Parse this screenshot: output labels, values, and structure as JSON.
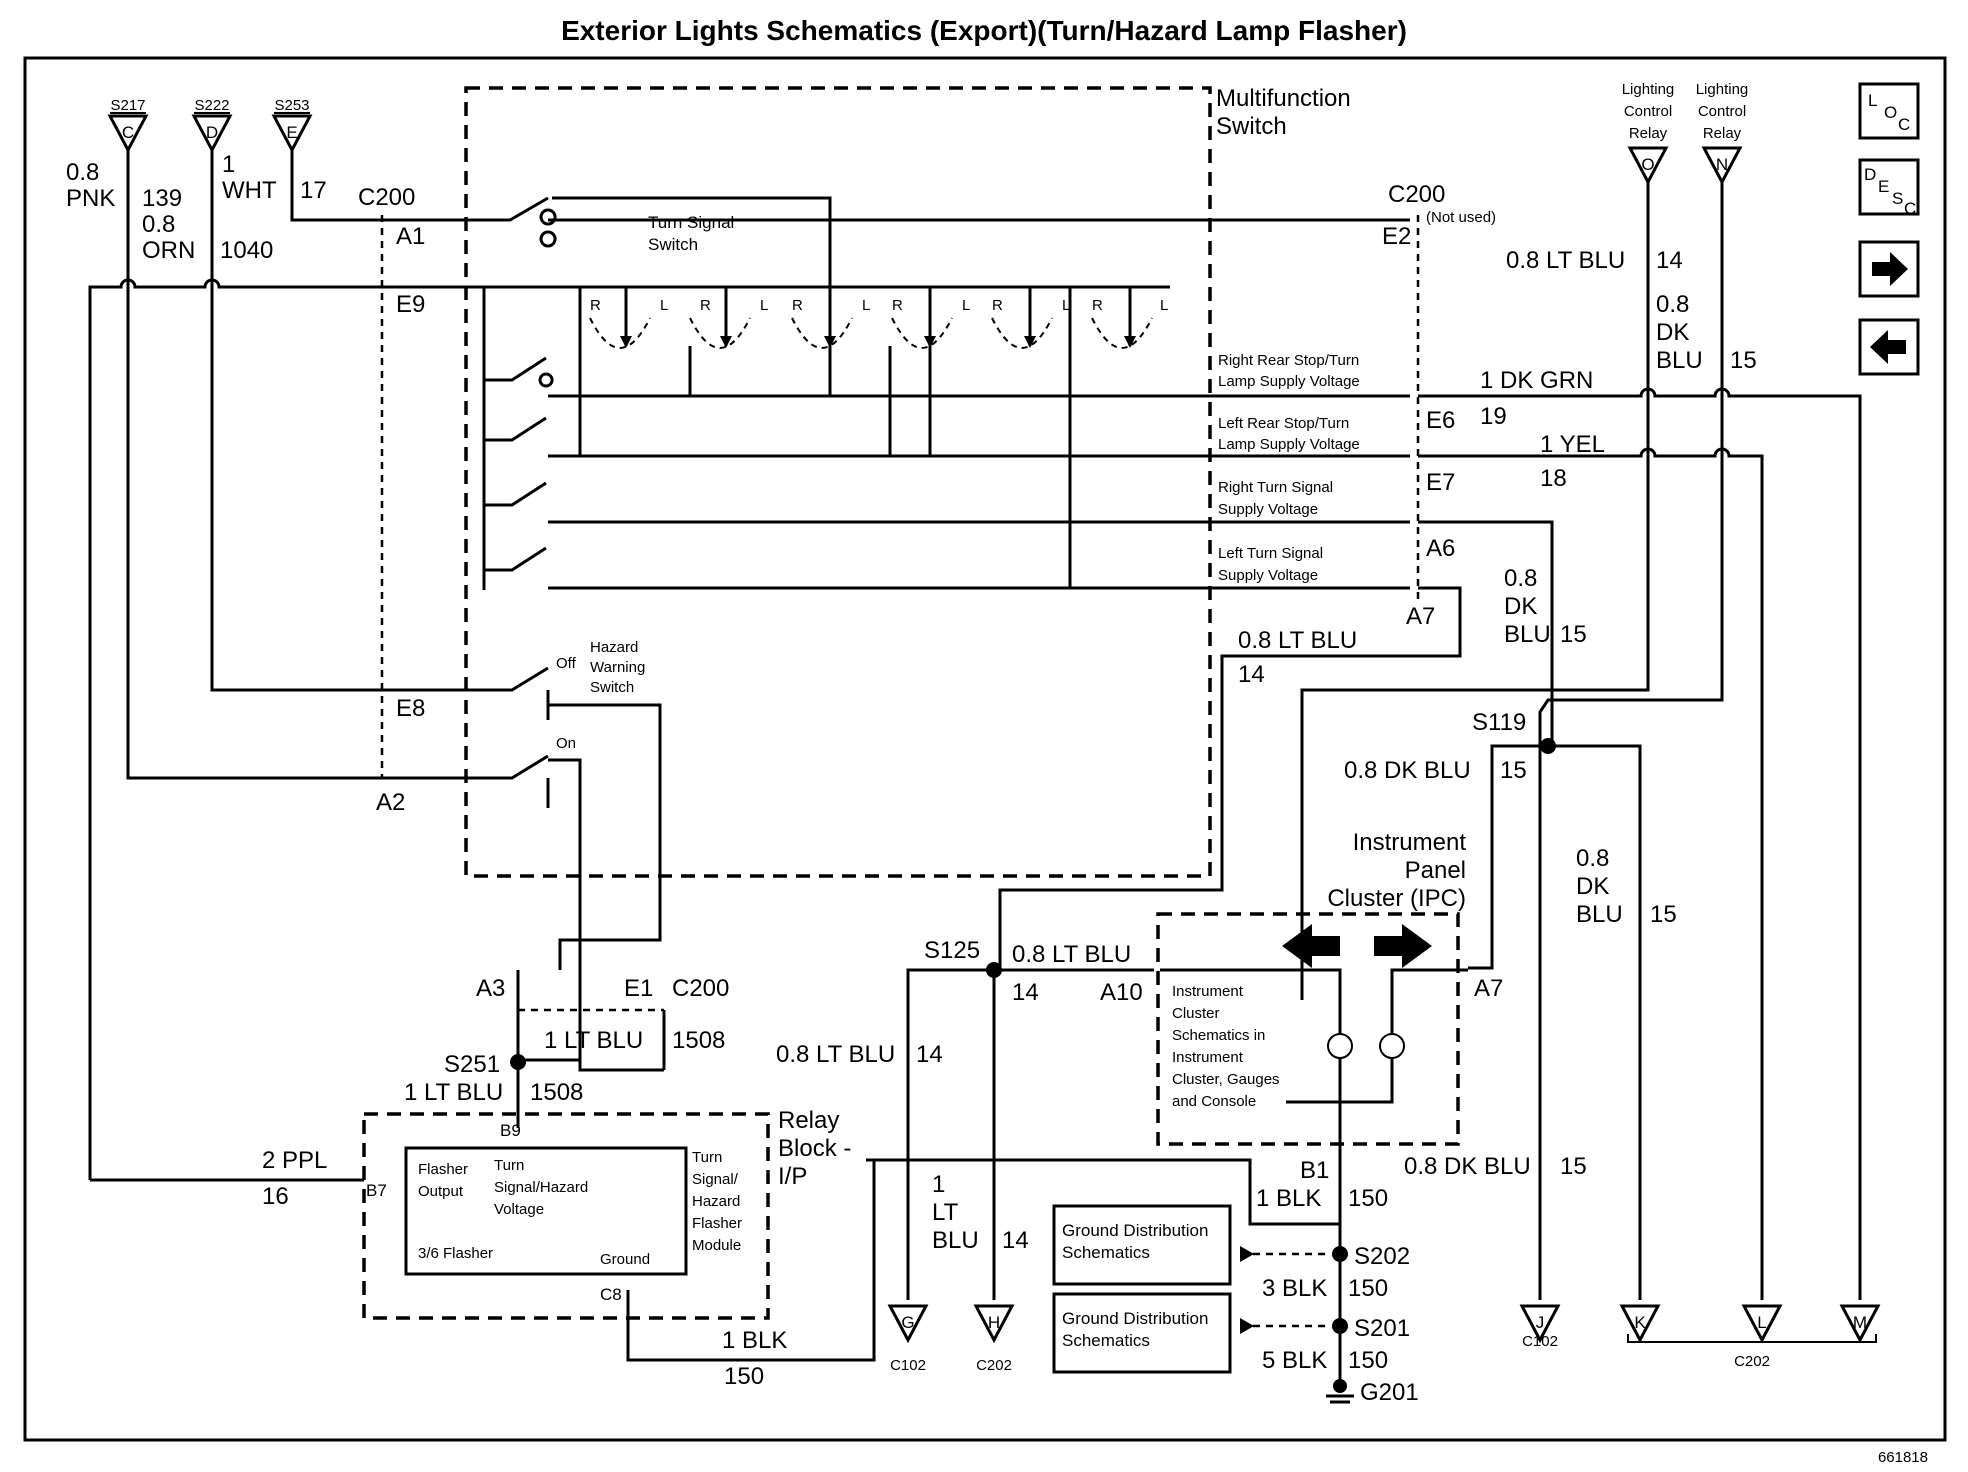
{
  "title": "Exterior Lights Schematics (Export)(Turn/Hazard Lamp Flasher)",
  "diagram_id": "661818",
  "nav": {
    "loc": [
      "L",
      "O",
      "C"
    ],
    "desc": [
      "D",
      "E",
      "S",
      "C"
    ],
    "next_icon": "arrow-right-icon",
    "prev_icon": "arrow-left-icon"
  },
  "sources": [
    {
      "splice": "S217",
      "pin": "C"
    },
    {
      "splice": "S222",
      "pin": "D"
    },
    {
      "splice": "S253",
      "pin": "E"
    }
  ],
  "lighting_relays": [
    {
      "label": [
        "Lighting",
        "Control",
        "Relay"
      ],
      "pin": "O"
    },
    {
      "label": [
        "Lighting",
        "Control",
        "Relay"
      ],
      "pin": "N"
    }
  ],
  "wires": {
    "w139": [
      "0.8",
      "PNK",
      "139"
    ],
    "w1040": [
      "0.8",
      "ORN",
      "1040"
    ],
    "w17": [
      "1",
      "WHT",
      "17"
    ],
    "ltblu14_top": [
      "0.8 LT BLU",
      "14"
    ],
    "dkblu15_top": [
      "0.8",
      "DK",
      "BLU",
      "15"
    ],
    "dkgrn": [
      "1 DK GRN",
      "19"
    ],
    "yel": [
      "1 YEL",
      "18"
    ],
    "dkblu15_a7": [
      "0.8",
      "DK",
      "BLU",
      "15"
    ],
    "ltblu14_mid": [
      "0.8 LT BLU",
      "14"
    ],
    "dkblu15_s119": [
      "0.8 DK BLU",
      "15"
    ],
    "dkblu15_right": [
      "0.8",
      "DK",
      "BLU",
      "15"
    ],
    "ltblu14_s125": [
      "0.8 LT BLU",
      "14"
    ],
    "ltblu14_left": [
      "0.8 LT BLU",
      "14"
    ],
    "ltblu14_down": [
      "1",
      "LT",
      "BLU",
      "14"
    ],
    "ltblu1508_a": [
      "1 LT BLU",
      "1508"
    ],
    "ltblu1508_b": [
      "1 LT BLU",
      "1508"
    ],
    "ppl": [
      "2 PPL",
      "16"
    ],
    "blk150": [
      "1 BLK",
      "150"
    ],
    "blk150_b1": [
      "1 BLK",
      "150"
    ],
    "dkblu15_b1": [
      "0.8 DK BLU",
      "15"
    ],
    "blk150_3": [
      "3 BLK",
      "150"
    ],
    "blk150_5": [
      "5 BLK",
      "150"
    ]
  },
  "connectors": {
    "c200_left": "C200",
    "c200_right": "C200",
    "not_used": "(Not used)",
    "c200_bottom": "C200",
    "pins": {
      "A1": "A1",
      "E9": "E9",
      "E8": "E8",
      "A2": "A2",
      "E2": "E2",
      "E6": "E6",
      "E7": "E7",
      "A6": "A6",
      "A7": "A7",
      "A3": "A3",
      "E1": "E1",
      "B9": "B9",
      "B7": "B7",
      "C8": "C8",
      "A10": "A10",
      "A7_ipc": "A7",
      "B1": "B1"
    }
  },
  "multifunction_switch": {
    "label": [
      "Multifunction",
      "Switch"
    ],
    "turn_switch": [
      "Turn Signal",
      "Switch"
    ],
    "hazard_switch": [
      "Hazard",
      "Warning",
      "Switch"
    ],
    "off_label": "Off",
    "on_label": "On",
    "lamp_letters": [
      "R",
      "L",
      "R",
      "L",
      "R",
      "L",
      "R",
      "L",
      "R",
      "L",
      "R",
      "L"
    ],
    "circuits": [
      [
        "Right Rear Stop/Turn",
        "Lamp Supply Voltage"
      ],
      [
        "Left Rear Stop/Turn",
        "Lamp Supply Voltage"
      ],
      [
        "Right Turn Signal",
        "Supply Voltage"
      ],
      [
        "Left Turn Signal",
        "Supply Voltage"
      ]
    ]
  },
  "splices": {
    "S119": "S119",
    "S125": "S125",
    "S251": "S251",
    "S202": "S202",
    "S201": "S201",
    "G201": "G201"
  },
  "ipc": {
    "label": [
      "Instrument",
      "Panel",
      "Cluster (IPC)"
    ],
    "note": [
      "Instrument",
      "Cluster",
      "Schematics in",
      "Instrument",
      "Cluster, Gauges",
      "and Console"
    ]
  },
  "relay_block": {
    "label": [
      "Relay",
      "Block -",
      "I/P"
    ],
    "flasher_output": [
      "Flasher",
      "Output"
    ],
    "voltage": [
      "Turn",
      "Signal/Hazard",
      "Voltage"
    ],
    "flasher": "3/6 Flasher",
    "ground": "Ground",
    "module": [
      "Turn",
      "Signal/",
      "Hazard",
      "Flasher",
      "Module"
    ]
  },
  "ground_dist": [
    [
      "Ground Distribution",
      "Schematics"
    ],
    [
      "Ground Distribution",
      "Schematics"
    ]
  ],
  "bottom_connectors": [
    {
      "pin": "G",
      "label": "C102"
    },
    {
      "pin": "H",
      "label": "C202"
    },
    {
      "pin": "J",
      "label": "C102"
    },
    {
      "pin": "K",
      "label": ""
    },
    {
      "pin": "L",
      "label": ""
    },
    {
      "pin": "M",
      "label": ""
    }
  ],
  "c202_group": "C202"
}
